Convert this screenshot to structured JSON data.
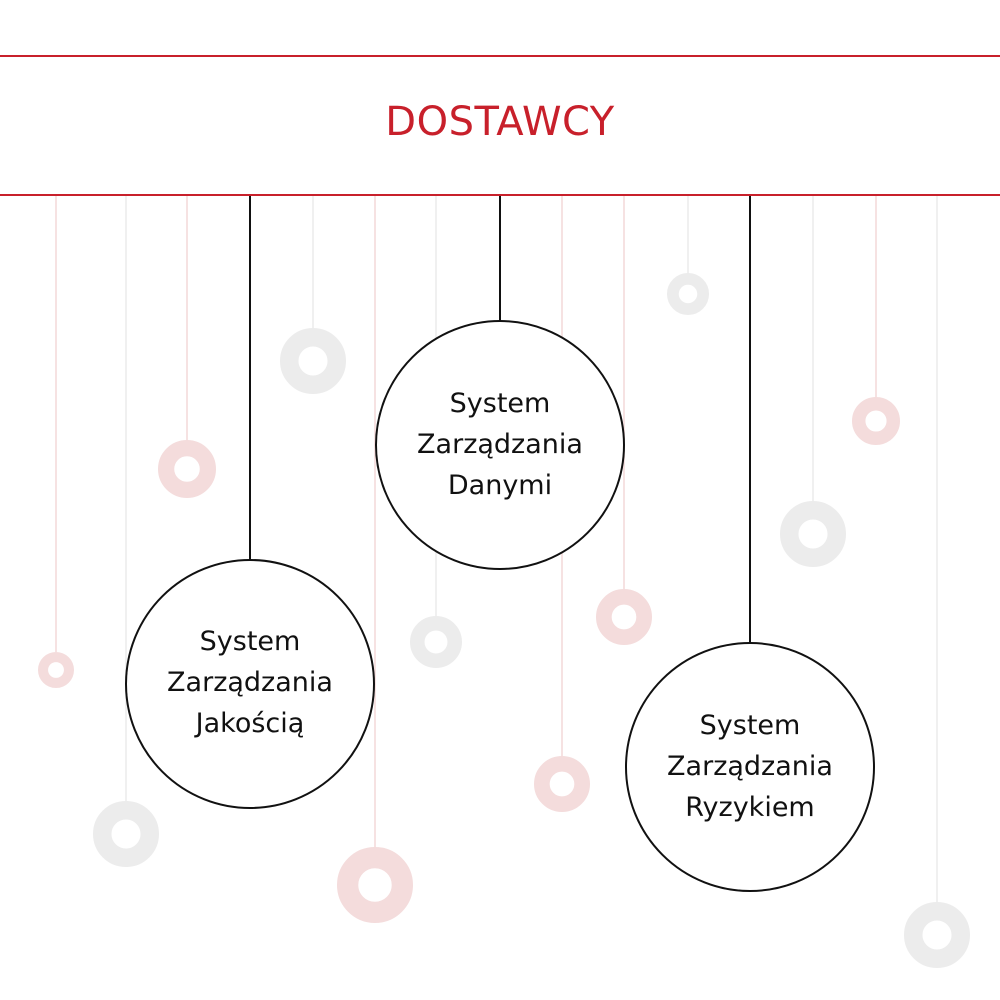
{
  "header": {
    "title": "DOSTAWCY"
  },
  "colors": {
    "accent": "#c8202b",
    "text": "#111111",
    "decor_pink": "#f4dcdc",
    "decor_pink_line": "#f6e2e2",
    "decor_gray": "#ececec",
    "decor_gray_line": "#f0f0f0"
  },
  "nodes": [
    {
      "lines": [
        "System",
        "Zarządzania",
        "Danymi"
      ]
    },
    {
      "lines": [
        "System",
        "Zarządzania",
        "Jakością"
      ]
    },
    {
      "lines": [
        "System",
        "Zarządzania",
        "Ryzykiem"
      ]
    }
  ]
}
